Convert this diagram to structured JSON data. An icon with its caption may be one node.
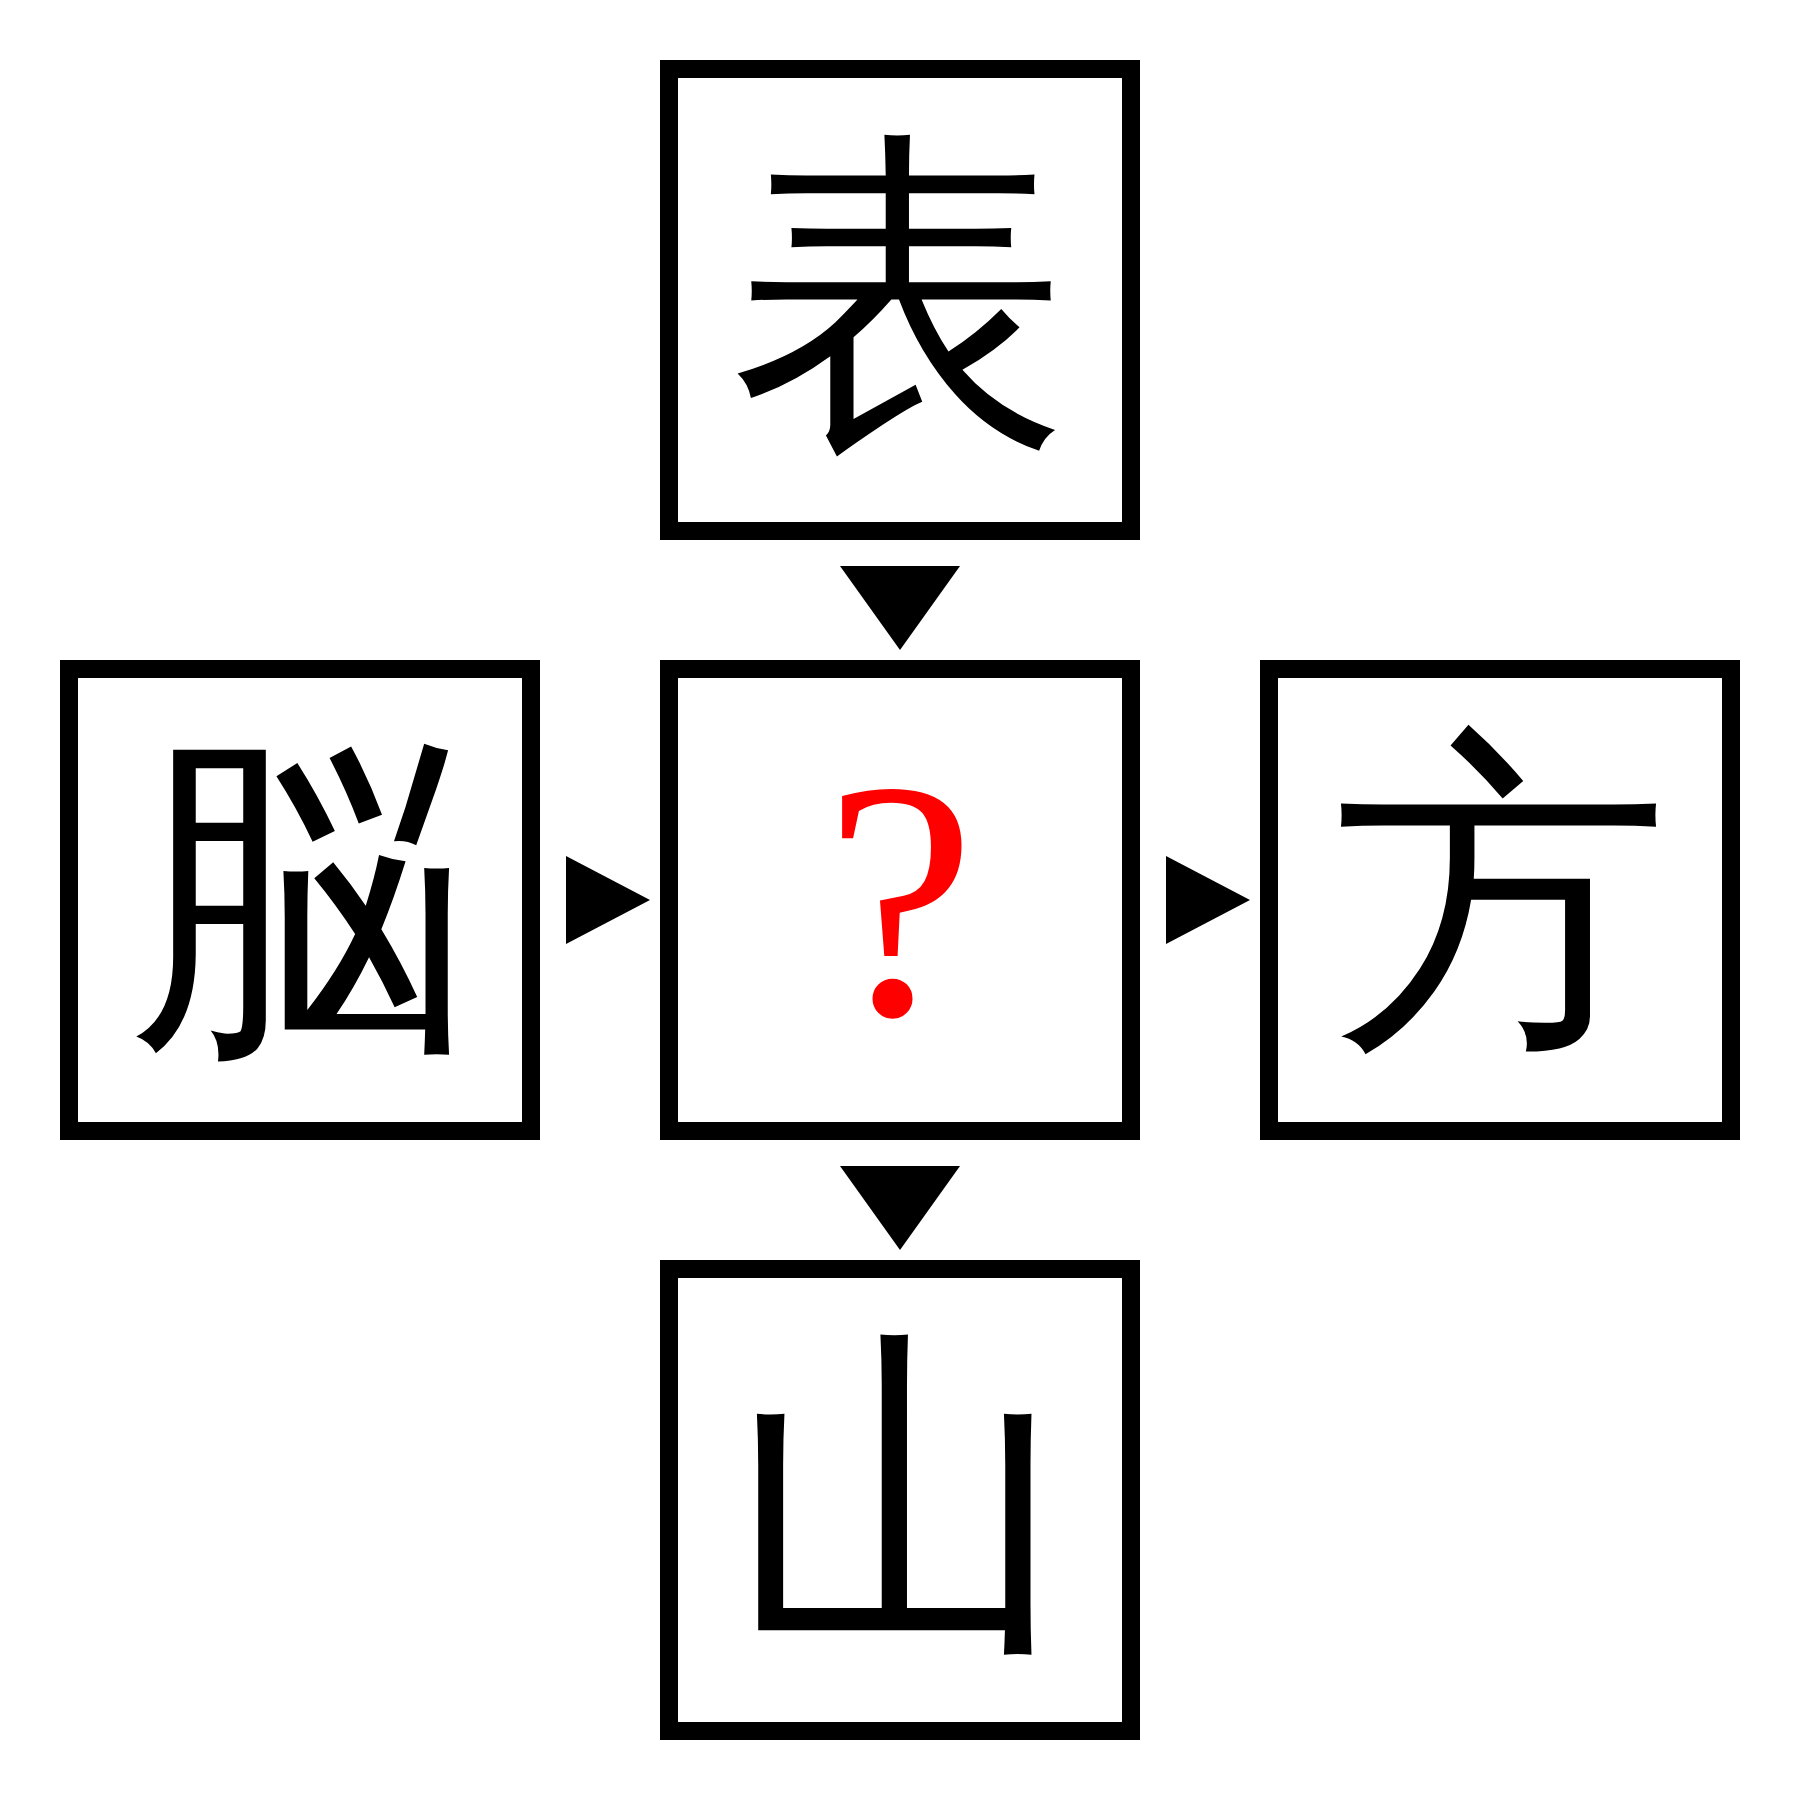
{
  "diagram": {
    "nodes": [
      {
        "text": [
          "表"
        ]
      },
      {
        "text": [
          "脳"
        ]
      },
      {
        "text": [
          "?"
        ]
      },
      {
        "text": [
          "方"
        ]
      },
      {
        "text": [
          "山"
        ]
      }
    ],
    "edges": [
      {
        "from": 0,
        "to": 2,
        "arrow": "to"
      },
      {
        "from": 1,
        "to": 2,
        "arrow": "to"
      },
      {
        "from": 2,
        "to": 3,
        "arrow": "to"
      },
      {
        "from": 2,
        "to": 4,
        "arrow": "to"
      }
    ]
  }
}
